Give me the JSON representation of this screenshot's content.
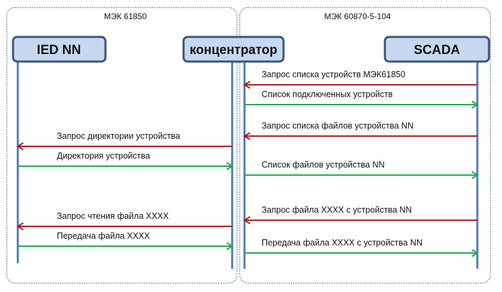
{
  "panels": {
    "left_title": "МЭК 61850",
    "right_title": "МЭК 60870-5-104"
  },
  "actors": {
    "ied": "IED NN",
    "hub": "концентратор",
    "scada": "SCADA"
  },
  "colors": {
    "request": "#b01c1c",
    "response": "#1faa50",
    "lifeline": "#4f7bb5",
    "box_fill": "#c6d9f1"
  },
  "messages": [
    {
      "label": "Запрос списка устройств МЭК61850",
      "from": "SCADA",
      "to": "концентратор",
      "type": "request"
    },
    {
      "label": "Список подключенных устройств",
      "from": "концентратор",
      "to": "SCADA",
      "type": "response"
    },
    {
      "label": "Запрос списка файлов  устройства NN",
      "from": "SCADA",
      "to": "концентратор",
      "type": "request"
    },
    {
      "label": "Запрос директории устройства",
      "from": "концентратор",
      "to": "IED NN",
      "type": "request"
    },
    {
      "label": "Директория  устройства",
      "from": "IED NN",
      "to": "концентратор",
      "type": "response"
    },
    {
      "label": "Список файлов устройства NN",
      "from": "концентратор",
      "to": "SCADA",
      "type": "response"
    },
    {
      "label": "Запрос файла XXXX  с устройства NN",
      "from": "SCADA",
      "to": "концентратор",
      "type": "request"
    },
    {
      "label": "Запрос чтения файла  XXXX",
      "from": "концентратор",
      "to": "IED NN",
      "type": "request"
    },
    {
      "label": "Передача файла XXXX",
      "from": "IED NN",
      "to": "концентратор",
      "type": "response"
    },
    {
      "label": "Передача файла XXXX с устройства NN",
      "from": "концентратор",
      "to": "SCADA",
      "type": "response"
    }
  ]
}
